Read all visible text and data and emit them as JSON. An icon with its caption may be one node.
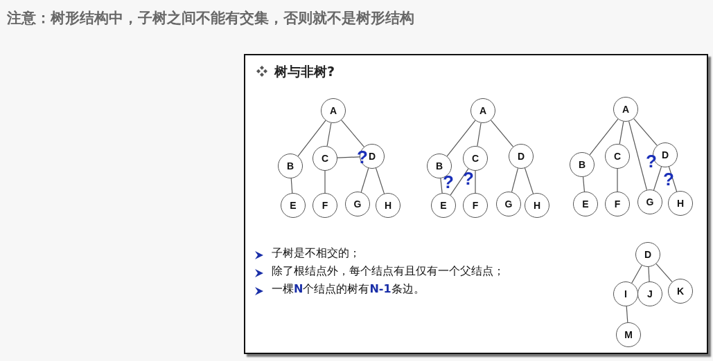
{
  "diagram": {
    "title": "注意：树形结构中，子树之间不能有交集，否则就不是树形结构",
    "nodes": [
      {
        "text": [
          "A"
        ]
      },
      {
        "text": [
          "B"
        ]
      },
      {
        "text": [
          "C"
        ]
      },
      {
        "text": [
          "D"
        ]
      },
      {
        "text": [
          "E"
        ]
      },
      {
        "text": [
          "F"
        ]
      },
      {
        "text": [
          "G"
        ]
      },
      {
        "text": [
          "H"
        ]
      },
      {
        "text": [
          "A"
        ]
      },
      {
        "text": [
          "B"
        ]
      },
      {
        "text": [
          "C"
        ]
      },
      {
        "text": [
          "D"
        ]
      },
      {
        "text": [
          "E"
        ]
      },
      {
        "text": [
          "F"
        ]
      },
      {
        "text": [
          "G"
        ]
      },
      {
        "text": [
          "H"
        ]
      },
      {
        "text": [
          "A"
        ]
      },
      {
        "text": [
          "B"
        ]
      },
      {
        "text": [
          "C"
        ]
      },
      {
        "text": [
          "D"
        ]
      },
      {
        "text": [
          "E"
        ]
      },
      {
        "text": [
          "F"
        ]
      },
      {
        "text": [
          "G"
        ]
      },
      {
        "text": [
          "H"
        ]
      },
      {
        "text": [
          "D"
        ]
      },
      {
        "text": [
          "I"
        ]
      },
      {
        "text": [
          "J"
        ]
      },
      {
        "text": [
          "K"
        ]
      },
      {
        "text": [
          "M"
        ]
      }
    ],
    "edges": [
      {
        "from": 0,
        "to": 1,
        "arrow": "none"
      },
      {
        "from": 0,
        "to": 2,
        "arrow": "none"
      },
      {
        "from": 0,
        "to": 3,
        "arrow": "none"
      },
      {
        "from": 1,
        "to": 4,
        "arrow": "none"
      },
      {
        "from": 2,
        "to": 5,
        "arrow": "none"
      },
      {
        "from": 2,
        "to": 3,
        "arrow": "none"
      },
      {
        "from": 3,
        "to": 6,
        "arrow": "none"
      },
      {
        "from": 3,
        "to": 7,
        "arrow": "none"
      },
      {
        "from": 8,
        "to": 9,
        "arrow": "none"
      },
      {
        "from": 8,
        "to": 10,
        "arrow": "none"
      },
      {
        "from": 8,
        "to": 11,
        "arrow": "none"
      },
      {
        "from": 9,
        "to": 12,
        "arrow": "none"
      },
      {
        "from": 10,
        "to": 12,
        "arrow": "none"
      },
      {
        "from": 10,
        "to": 13,
        "arrow": "none"
      },
      {
        "from": 11,
        "to": 14,
        "arrow": "none"
      },
      {
        "from": 11,
        "to": 15,
        "arrow": "none"
      },
      {
        "from": 16,
        "to": 17,
        "arrow": "none"
      },
      {
        "from": 16,
        "to": 18,
        "arrow": "none"
      },
      {
        "from": 16,
        "to": 22,
        "arrow": "none"
      },
      {
        "from": 16,
        "to": 19,
        "arrow": "none"
      },
      {
        "from": 17,
        "to": 20,
        "arrow": "none"
      },
      {
        "from": 18,
        "to": 21,
        "arrow": "none"
      },
      {
        "from": 19,
        "to": 22,
        "arrow": "none"
      },
      {
        "from": 19,
        "to": 23,
        "arrow": "none"
      },
      {
        "from": 24,
        "to": 25,
        "arrow": "none"
      },
      {
        "from": 24,
        "to": 26,
        "arrow": "none"
      },
      {
        "from": 24,
        "to": 27,
        "arrow": "none"
      },
      {
        "from": 25,
        "to": 28,
        "arrow": "none"
      }
    ],
    "labels": [
      "树与非树?",
      "?",
      "?",
      "?",
      "?",
      "?",
      "子树是不相交的；",
      "除了根结点外，每个结点有且仅有一个父结点；",
      "一棵**N**个结点的树有**N-1**条边。"
    ]
  }
}
